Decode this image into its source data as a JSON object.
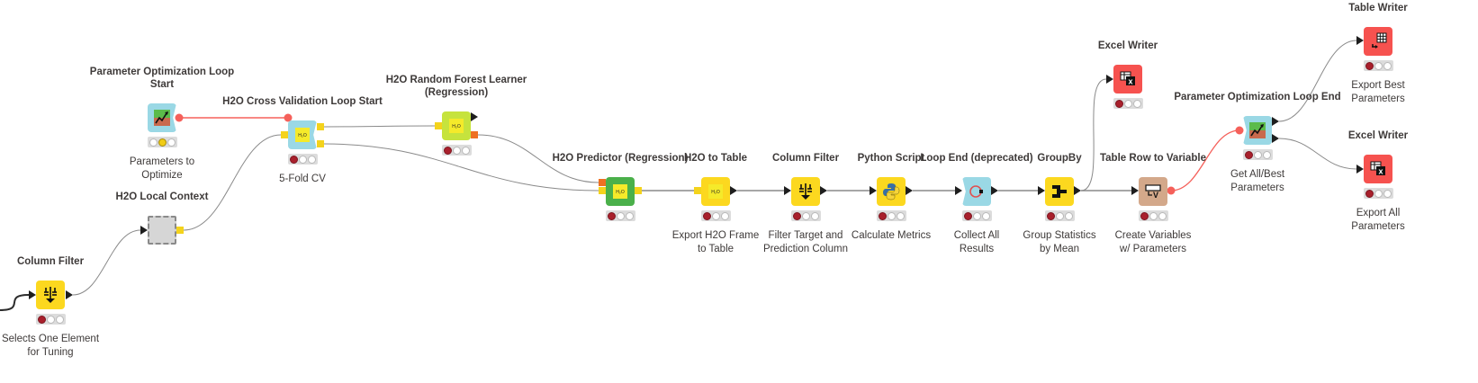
{
  "workflow": {
    "nodes": [
      {
        "id": "column-filter-1",
        "title": "Column Filter",
        "label": [
          "Selects One Element",
          "for Tuning"
        ],
        "type": "manipulator",
        "color": "#fcd81f",
        "icon": "column-filter-icon",
        "status": "red"
      },
      {
        "id": "param-opt-loop-start",
        "title": [
          "Parameter Optimization Loop",
          "Start"
        ],
        "label": [
          "Parameters to",
          "Optimize"
        ],
        "type": "loop-start",
        "color": "#9ad8e5",
        "icon": "parameter-optimization-icon",
        "status": "yellow"
      },
      {
        "id": "h2o-local-context",
        "title": "H2O Local Context",
        "label": [],
        "type": "metanode-like",
        "color": "#d6d6d6",
        "icon": "h2o-context-icon",
        "status": "none"
      },
      {
        "id": "h2o-cv-loop-start",
        "title": "H2O Cross Validation Loop Start",
        "label": [
          "5-Fold CV"
        ],
        "type": "loop-start",
        "color": "#9ad8e5",
        "icon": "h2o-icon",
        "status": "red"
      },
      {
        "id": "h2o-rf-learner",
        "title": [
          "H2O Random Forest Learner",
          "(Regression)"
        ],
        "label": [],
        "type": "learner",
        "color": "#c6e33d",
        "icon": "h2o-icon",
        "status": "red"
      },
      {
        "id": "h2o-predictor",
        "title": "H2O Predictor (Regression)",
        "label": [],
        "type": "predictor",
        "color": "#4ab04a",
        "icon": "h2o-icon",
        "status": "red"
      },
      {
        "id": "h2o-to-table",
        "title": "H2O to Table",
        "label": [
          "Export H2O Frame",
          "to Table"
        ],
        "type": "manipulator",
        "color": "#fcd81f",
        "icon": "h2o-icon",
        "status": "red"
      },
      {
        "id": "column-filter-2",
        "title": "Column Filter",
        "label": [
          "Filter Target and",
          "Prediction Column"
        ],
        "type": "manipulator",
        "color": "#fcd81f",
        "icon": "column-filter-icon",
        "status": "red"
      },
      {
        "id": "python-script",
        "title": "Python Script",
        "label": [
          "Calculate Metrics"
        ],
        "type": "manipulator",
        "color": "#fcd81f",
        "icon": "python-icon",
        "status": "red"
      },
      {
        "id": "loop-end",
        "title": "Loop End (deprecated)",
        "label": [
          "Collect All",
          "Results"
        ],
        "type": "loop-end",
        "color": "#9ad8e5",
        "icon": "loop-end-icon",
        "status": "red"
      },
      {
        "id": "groupby",
        "title": "GroupBy",
        "label": [
          "Group Statistics",
          "by Mean"
        ],
        "type": "manipulator",
        "color": "#fcd81f",
        "icon": "groupby-icon",
        "status": "red"
      },
      {
        "id": "excel-writer-1",
        "title": "Excel Writer",
        "label": [],
        "type": "sink",
        "color": "#f6524f",
        "icon": "excel-writer-icon",
        "status": "red"
      },
      {
        "id": "table-row-to-variable",
        "title": "Table Row to Variable",
        "label": [
          "Create Variables",
          "w/ Parameters"
        ],
        "type": "other",
        "color": "#d3a88a",
        "icon": "table-row-to-variable-icon",
        "status": "red"
      },
      {
        "id": "param-opt-loop-end",
        "title": "Parameter Optimization Loop End",
        "label": [
          "Get All/Best",
          "Parameters"
        ],
        "type": "loop-end",
        "color": "#9ad8e5",
        "icon": "parameter-optimization-icon",
        "status": "red"
      },
      {
        "id": "table-writer",
        "title": "Table Writer",
        "label": [
          "Export Best",
          "Parameters"
        ],
        "type": "sink",
        "color": "#f6524f",
        "icon": "table-writer-icon",
        "status": "red"
      },
      {
        "id": "excel-writer-2",
        "title": "Excel Writer",
        "label": [
          "Export All",
          "Parameters"
        ],
        "type": "sink",
        "color": "#f6524f",
        "icon": "excel-writer-icon",
        "status": "red"
      }
    ],
    "connections": [
      {
        "from": "external-input",
        "to": "column-filter-1",
        "kind": "data"
      },
      {
        "from": "column-filter-1",
        "to": "h2o-local-context",
        "kind": "data"
      },
      {
        "from": "h2o-local-context",
        "to": "h2o-cv-loop-start",
        "kind": "h2o"
      },
      {
        "from": "param-opt-loop-start",
        "to": "h2o-cv-loop-start",
        "kind": "flow-variable"
      },
      {
        "from": "h2o-cv-loop-start",
        "to": "h2o-rf-learner",
        "kind": "h2o"
      },
      {
        "from": "h2o-cv-loop-start",
        "to": "h2o-predictor",
        "kind": "h2o"
      },
      {
        "from": "h2o-rf-learner",
        "to": "h2o-predictor",
        "kind": "model"
      },
      {
        "from": "h2o-predictor",
        "to": "h2o-to-table",
        "kind": "h2o"
      },
      {
        "from": "h2o-to-table",
        "to": "column-filter-2",
        "kind": "data"
      },
      {
        "from": "column-filter-2",
        "to": "python-script",
        "kind": "data"
      },
      {
        "from": "python-script",
        "to": "loop-end",
        "kind": "data"
      },
      {
        "from": "loop-end",
        "to": "groupby",
        "kind": "data"
      },
      {
        "from": "groupby",
        "to": "excel-writer-1",
        "kind": "data"
      },
      {
        "from": "groupby",
        "to": "table-row-to-variable",
        "kind": "data"
      },
      {
        "from": "table-row-to-variable",
        "to": "param-opt-loop-end",
        "kind": "flow-variable"
      },
      {
        "from": "param-opt-loop-end",
        "to": "table-writer",
        "kind": "data"
      },
      {
        "from": "param-opt-loop-end",
        "to": "excel-writer-2",
        "kind": "data"
      }
    ]
  },
  "colors": {
    "edge": "#8a8a8a",
    "flow_variable_edge": "#f5605a",
    "h2o_port": "#f4d31c",
    "model_port": "#ee7023",
    "data_port": "#1e1e1e",
    "status_red": "#a9202c",
    "status_yellow": "#f1cc15"
  }
}
